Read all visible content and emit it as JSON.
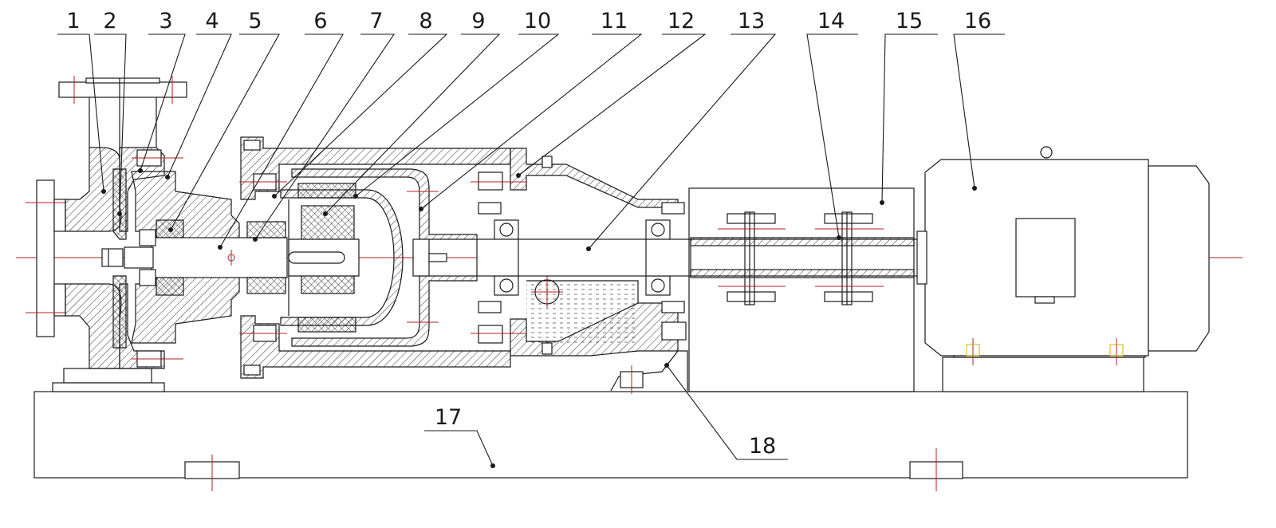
{
  "callouts": [
    {
      "num": "1"
    },
    {
      "num": "2"
    },
    {
      "num": "3"
    },
    {
      "num": "4"
    },
    {
      "num": "5"
    },
    {
      "num": "6"
    },
    {
      "num": "7"
    },
    {
      "num": "8"
    },
    {
      "num": "9"
    },
    {
      "num": "10"
    },
    {
      "num": "11"
    },
    {
      "num": "12"
    },
    {
      "num": "13"
    },
    {
      "num": "14"
    },
    {
      "num": "15"
    },
    {
      "num": "16"
    },
    {
      "num": "17"
    },
    {
      "num": "18"
    }
  ],
  "colors": {
    "line": "#1a1a1a",
    "centerline": "#b22222",
    "insulation": "#2e8b57"
  }
}
